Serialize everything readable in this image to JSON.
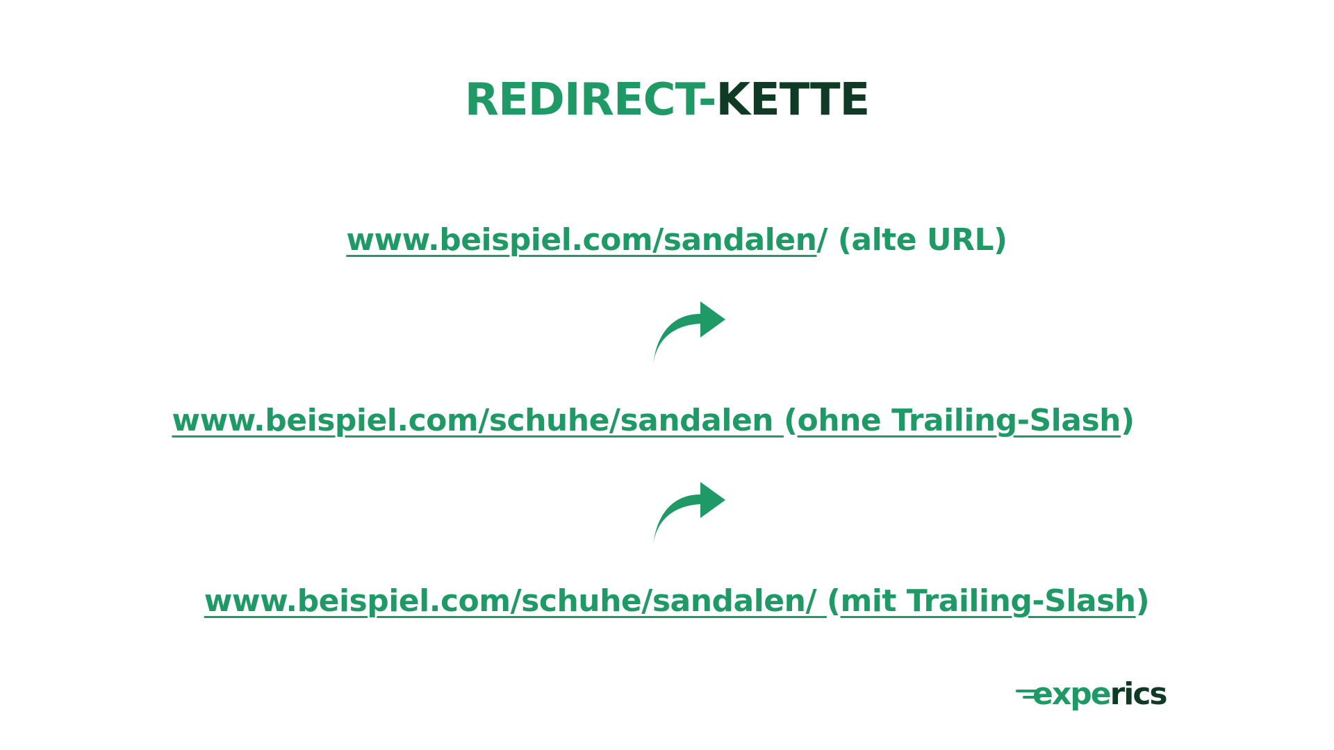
{
  "title": {
    "part1": "REDIRECT-",
    "part2": "KETTE"
  },
  "chain": [
    {
      "url": "www.beispiel.com/sandalen",
      "suffix": "/ (alte URL)"
    },
    {
      "url": "www.beispiel.com/schuhe/sandalen ",
      "open_paren": "(",
      "note": "ohne Trailing-Slash",
      "close_paren": ")"
    },
    {
      "url": "www.beispiel.com/schuhe/sandalen/ ",
      "open_paren": "(",
      "note": "mit Trailing-Slash",
      "close_paren": ")"
    }
  ],
  "logo": {
    "part1": "expe",
    "part2": "rics"
  },
  "colors": {
    "accent_green": "#1f9a66",
    "dark_green": "#0f3a26",
    "background": "#ffffff"
  },
  "icons": [
    "redirect-arrow-icon",
    "redirect-arrow-icon"
  ]
}
